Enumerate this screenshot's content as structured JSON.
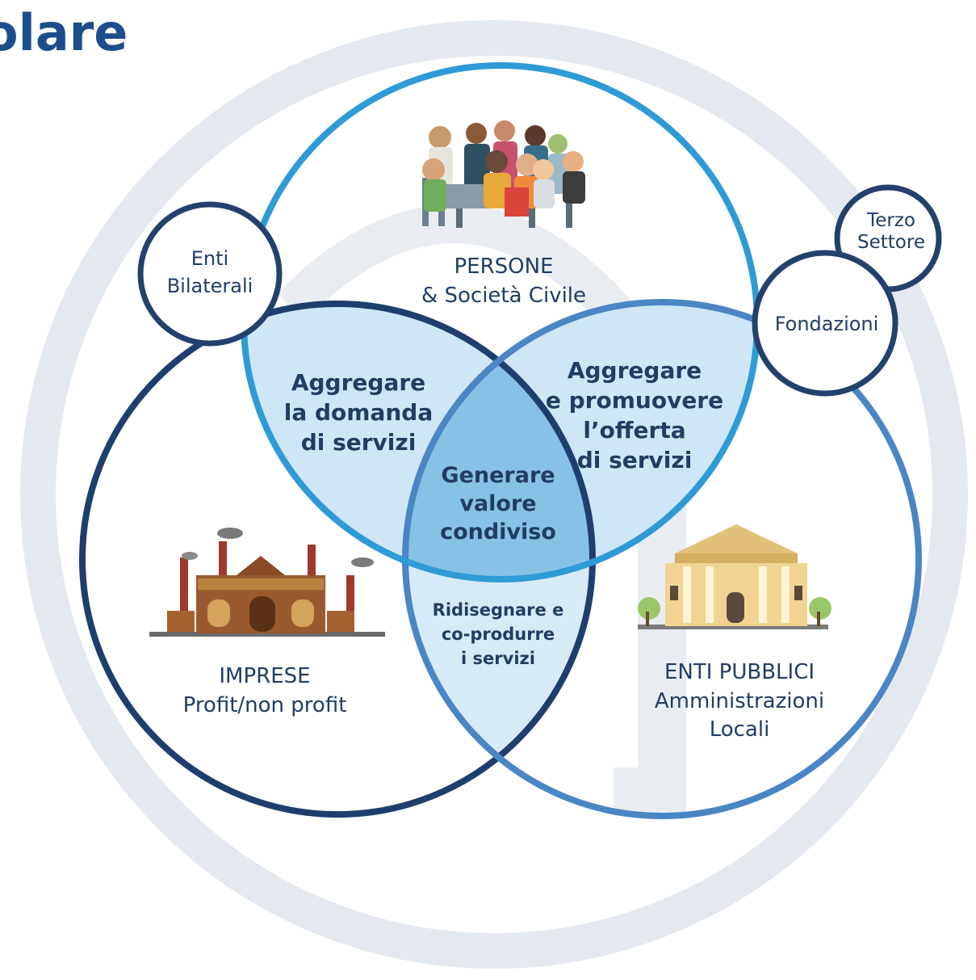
{
  "title_fragment": "olare",
  "colors": {
    "title": "#1c4e8c",
    "watermark": "#e4e9ef",
    "persone_circle": "#2f9bd6",
    "imprese_circle": "#1e3f6e",
    "enti_circle": "#4a86c4",
    "fill_light": "#dcedf8",
    "fill_mid": "#b7d9ee",
    "fill_center": "#8fc6e6",
    "small_circle": "#24406c",
    "text": "#213d63"
  },
  "circles": {
    "persone": {
      "line1": "PERSONE",
      "line2": "& Società Civile",
      "image": "people-illustration"
    },
    "imprese": {
      "line1": "IMPRESE",
      "line2": "Profit/non profit",
      "image": "factory-illustration"
    },
    "enti_pubblici": {
      "line1": "ENTI PUBBLICI",
      "line2": "Amministrazioni",
      "line3": "Locali",
      "image": "city-hall-illustration"
    }
  },
  "overlaps": {
    "domanda": {
      "line1": "Aggregare",
      "line2": "la domanda",
      "line3": "di servizi"
    },
    "offerta": {
      "line1": "Aggregare",
      "line2": "e promuovere",
      "line3": "l’offerta",
      "line4": "di servizi"
    },
    "centro": {
      "line1": "Generare",
      "line2": "valore",
      "line3": "condiviso"
    },
    "ridisegnare": {
      "line1": "Ridisegnare e",
      "line2": "co-produrre",
      "line3": "i servizi"
    }
  },
  "satellites": {
    "enti_bilaterali": {
      "line1": "Enti",
      "line2": "Bilaterali"
    },
    "fondazioni": {
      "line1": "Fondazioni"
    },
    "terzo_settore": {
      "line1": "Terzo",
      "line2": "Settore"
    }
  }
}
